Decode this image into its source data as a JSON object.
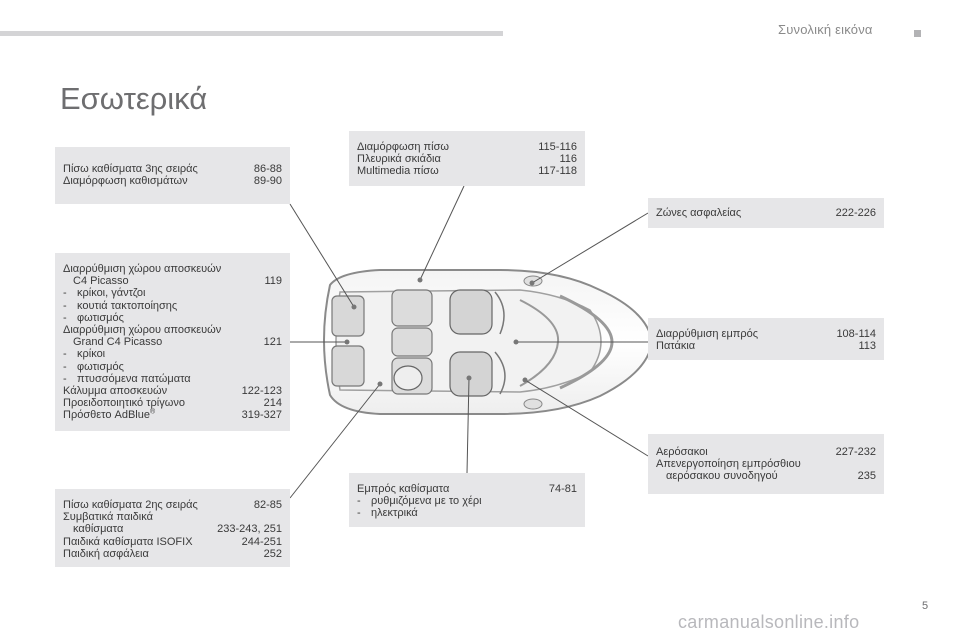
{
  "header": {
    "section_title": "Συνολική εικόνα"
  },
  "page_title": "Εσωτερικά",
  "boxes": {
    "third_row": {
      "rows": [
        {
          "label": "Πίσω καθίσματα 3ης σειράς",
          "pages": "86-88"
        },
        {
          "label": "Διαμόρφωση καθισμάτων",
          "pages": "89-90"
        }
      ]
    },
    "rear_config": {
      "rows": [
        {
          "label": "Διαμόρφωση πίσω",
          "pages": "115-116"
        },
        {
          "label": "Πλευρικά σκιάδια",
          "pages": "116"
        },
        {
          "label": "Multimedia πίσω",
          "pages": "117-118"
        }
      ]
    },
    "seatbelts": {
      "rows": [
        {
          "label": "Ζώνες ασφαλείας",
          "pages": "222-226"
        }
      ]
    },
    "boot": {
      "line1": "Διαρρύθμιση χώρου αποσκευών",
      "line2": "C4 Picasso",
      "line2_page": "119",
      "bullets1": [
        "κρίκοι, γάντζοι",
        "κουτιά τακτοποίησης",
        "φωτισμός"
      ],
      "line3": "Διαρρύθμιση χώρου αποσκευών",
      "line4": "Grand C4 Picasso",
      "line4_page": "121",
      "bullets2": [
        "κρίκοι",
        "φωτισμός",
        "πτυσσόμενα πατώματα"
      ],
      "rows": [
        {
          "label": "Κάλυμμα αποσκευών",
          "pages": "122-123"
        },
        {
          "label": "Προειδοποιητικό τρίγωνο",
          "pages": "214"
        }
      ],
      "adblue_label": "Πρόσθετο AdBlue",
      "adblue_sup": "®",
      "adblue_pages": "319-327"
    },
    "front_layout": {
      "rows": [
        {
          "label": "Διαρρύθμιση εμπρός",
          "pages": "108-114"
        },
        {
          "label": "Πατάκια",
          "pages": "113"
        }
      ]
    },
    "airbags": {
      "row1_label": "Αερόσακοι",
      "row1_pages": "227-232",
      "row2_label": "Απενεργοποίηση εμπρόσθιου",
      "row3_label": "αερόσακου συνοδηγού",
      "row3_pages": "235"
    },
    "front_seats": {
      "row1_label": "Εμπρός καθίσματα",
      "row1_pages": "74-81",
      "bullets": [
        "ρυθμιζόμενα με το χέρι",
        "ηλεκτρικά"
      ]
    },
    "second_row": {
      "rows": [
        {
          "label": "Πίσω καθίσματα 2ης σειράς",
          "pages": "82-85"
        },
        {
          "label": "Συμβατικά παιδικά",
          "pages": ""
        },
        {
          "label": "καθίσματα",
          "pages": "233-243, 251",
          "indent": true
        },
        {
          "label": "Παιδικά καθίσματα ISOFIX",
          "pages": "244-251"
        },
        {
          "label": "Παιδική ασφάλεια",
          "pages": "252"
        }
      ]
    }
  },
  "footer": {
    "page_number": "5"
  },
  "watermark": "carmanualsonline.info",
  "colors": {
    "box_bg": "#e6e6e8",
    "line": "#555555",
    "title": "#6e6e70"
  }
}
